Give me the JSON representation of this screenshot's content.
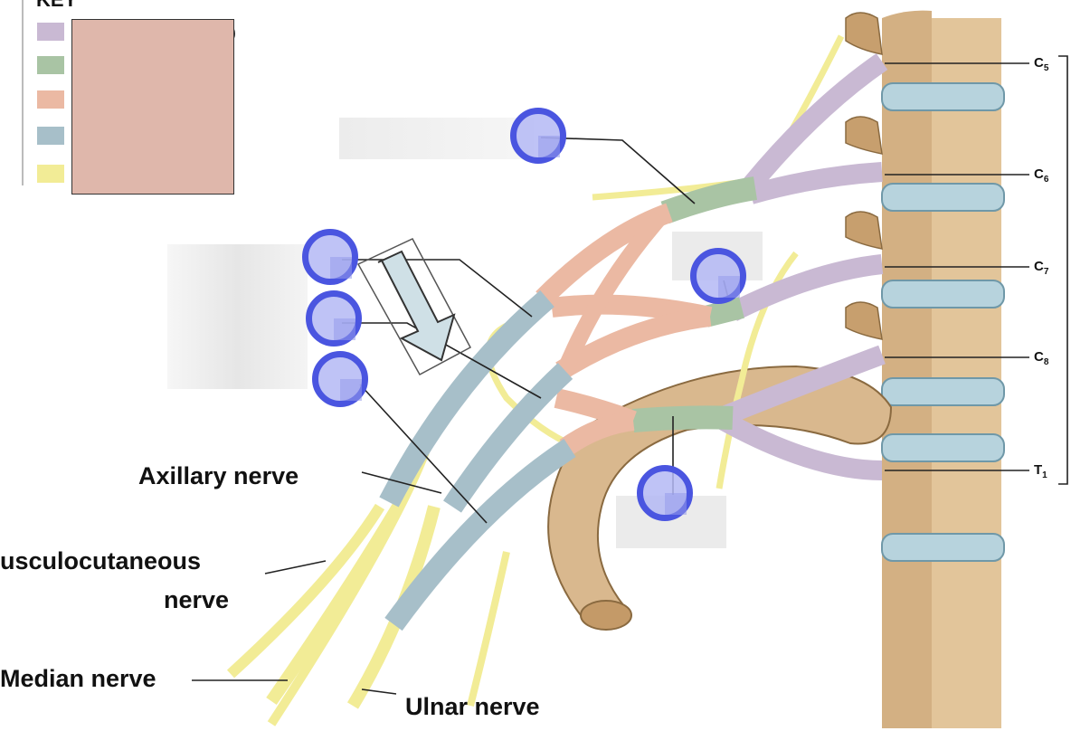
{
  "key": {
    "title": "KEY",
    "partial_text": ")",
    "swatch_colors": [
      "#c9b9d3",
      "#a9c4a4",
      "#ebb9a3",
      "#a7bfc9",
      "#f2ec96"
    ]
  },
  "roots": {
    "c5": {
      "main": "C",
      "sub": "5"
    },
    "c6": {
      "main": "C",
      "sub": "6"
    },
    "c7": {
      "main": "C",
      "sub": "7"
    },
    "c8": {
      "main": "C",
      "sub": "8"
    },
    "t1": {
      "main": "T",
      "sub": "1"
    }
  },
  "nerves": {
    "axillary": "Axillary nerve",
    "musculocutaneous_line1": "usculocutaneous",
    "musculocutaneous_line2": "nerve",
    "median": "Median nerve",
    "ulnar": "Ulnar nerve"
  },
  "colors": {
    "root": "#c9b9d3",
    "trunk": "#a9c4a4",
    "division": "#ebb9a3",
    "cord": "#a7bfc9",
    "branch": "#f2ec96",
    "hotspot_ring": "#4a55e0",
    "cover": "#dfb7ab"
  }
}
